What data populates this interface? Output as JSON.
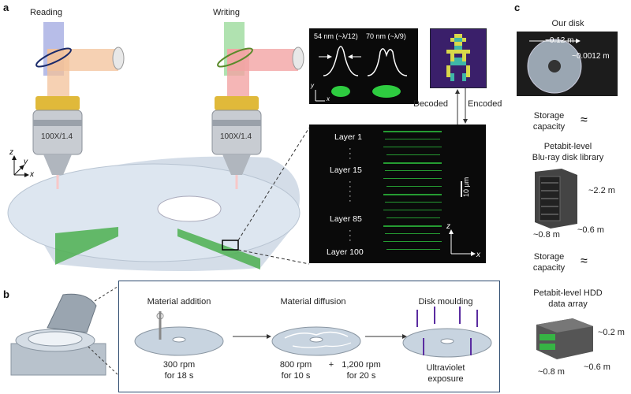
{
  "panels": {
    "a": "a",
    "b": "b",
    "c": "c"
  },
  "panel_a": {
    "reading": "Reading",
    "writing": "Writing",
    "objective_left": "100X/1.4",
    "objective_right": "100X/1.4",
    "axes": {
      "z": "z",
      "y": "y",
      "x": "x"
    },
    "profile": {
      "left_title": "54 nm (~λ/12)",
      "right_title": "70 nm (~λ/9)",
      "axis_y": "y",
      "axis_x": "x"
    },
    "decoded": "Decoded",
    "encoded": "Encoded",
    "layers": {
      "l1": "Layer 1",
      "l15": "Layer 15",
      "l85": "Layer 85",
      "l100": "Layer 100"
    },
    "scale_bar": "10 μm",
    "stack_axes": {
      "z": "z",
      "x": "x"
    }
  },
  "panel_b": {
    "steps": [
      {
        "title": "Material addition",
        "detail_line1": "300 rpm",
        "detail_line2": "for 18 s"
      },
      {
        "title": "Material diffusion",
        "detail_line1": "800 rpm",
        "detail_line2": "for 10 s",
        "plus": "+",
        "detail2_line1": "1,200 rpm",
        "detail2_line2": "for 20 s"
      },
      {
        "title": "Disk moulding",
        "detail_line1": "Ultraviolet",
        "detail_line2": "exposure"
      }
    ]
  },
  "panel_c": {
    "our_disk": "Our disk",
    "dim_width": "~0.12 m",
    "dim_thick": "~0.0012 m",
    "storage_capacity_1_line1": "Storage",
    "storage_capacity_1_line2": "capacity",
    "approx_symbol": "≈",
    "bluray_line1": "Petabit-level",
    "bluray_line2": "Blu-ray disk library",
    "bluray_h": "~2.2 m",
    "bluray_d": "~0.6 m",
    "bluray_w": "~0.8 m",
    "storage_capacity_2_line1": "Storage",
    "storage_capacity_2_line2": "capacity",
    "hdd_line1": "Petabit-level HDD",
    "hdd_line2": "data array",
    "hdd_h": "~0.2 m",
    "hdd_d": "~0.6 m",
    "hdd_w": "~0.8 m"
  },
  "colors": {
    "reading_beam": "#7b86d6",
    "writing_beam": "#8fd68f",
    "orange_beam": "#f3c29a",
    "pink_beam": "#f2a4a4",
    "fluor_green": "#2ecc40",
    "frame_blue": "#2c4a6e"
  }
}
